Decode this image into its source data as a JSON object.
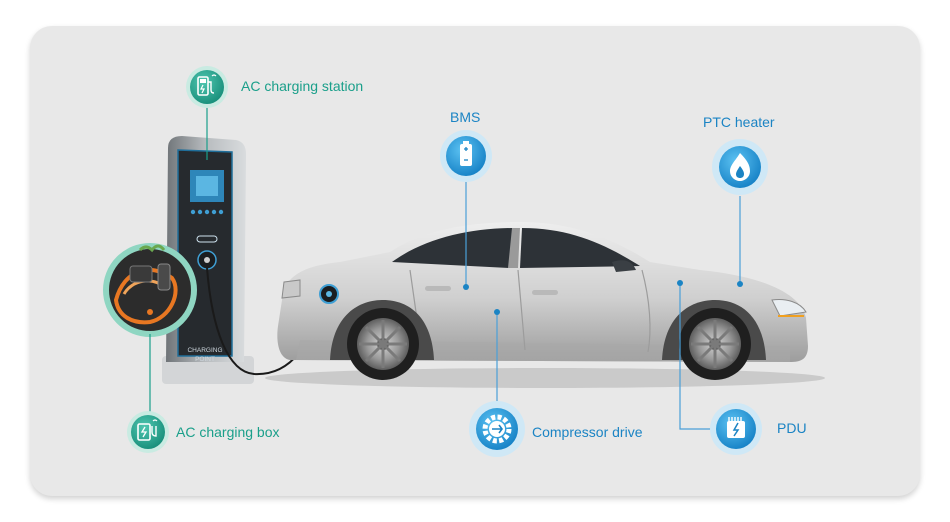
{
  "labels": {
    "ac_station": "AC charging station",
    "ac_box": "AC charging box",
    "bms": "BMS",
    "ptc": "PTC heater",
    "compressor": "Compressor drive",
    "pdu": "PDU",
    "charging_point": [
      "CHARGING",
      "POINT"
    ]
  },
  "colors": {
    "green_accent": "#1a9f8a",
    "blue_accent": "#1b84c4",
    "panel_bg": "#e8e8e8"
  },
  "icons": {
    "ac_station": "charging-station-icon",
    "ac_box": "charging-box-icon",
    "bms": "battery-icon",
    "ptc": "flame-icon",
    "compressor": "compressor-icon",
    "pdu": "pdu-icon"
  }
}
